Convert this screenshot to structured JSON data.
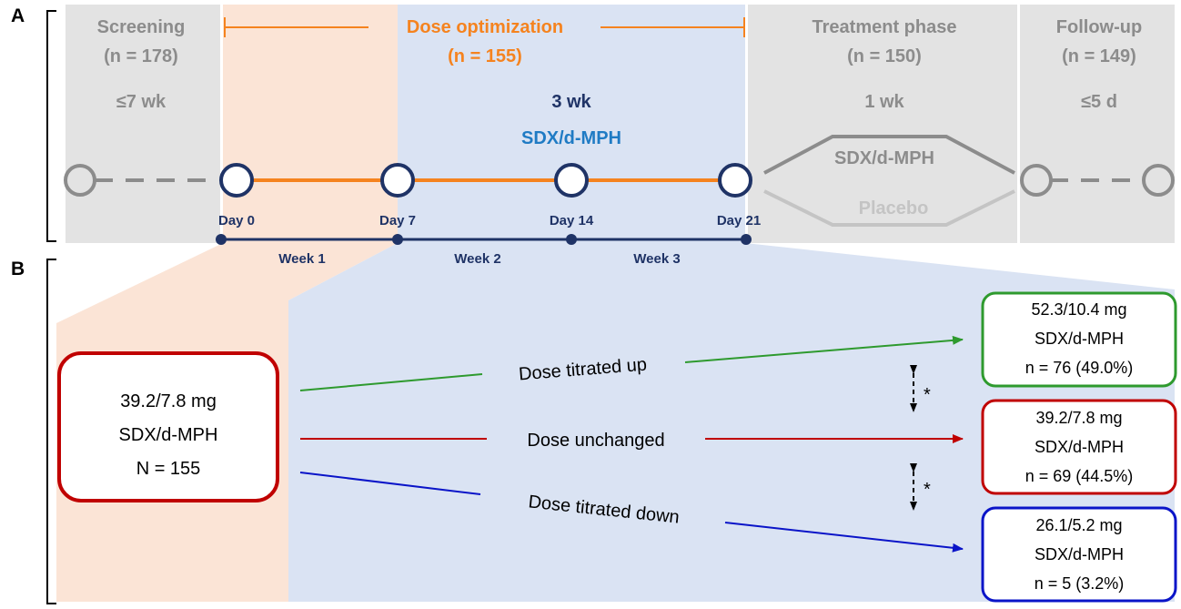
{
  "panel_labels": {
    "a": "A",
    "b": "B"
  },
  "phases": {
    "screening": {
      "title": "Screening",
      "n": "(n = 178)",
      "duration": "≤7 wk"
    },
    "dose_optimization": {
      "title": "Dose optimization",
      "n": "(n = 155)",
      "duration": "3 wk",
      "drug": "SDX/d-MPH"
    },
    "treatment": {
      "title": "Treatment phase",
      "n": "(n = 150)",
      "duration": "1 wk",
      "arm_active": "SDX/d-MPH",
      "arm_placebo": "Placebo"
    },
    "followup": {
      "title": "Follow-up",
      "n": "(n = 149)",
      "duration": "≤5 d"
    }
  },
  "timeline": {
    "days": [
      "Day 0",
      "Day 7",
      "Day 14",
      "Day 21"
    ],
    "weeks": [
      "Week 1",
      "Week 2",
      "Week 3"
    ]
  },
  "start_box": {
    "line1": "39.2/7.8 mg",
    "line2": "SDX/d-MPH",
    "line3": "N = 155"
  },
  "pathways": {
    "up": "Dose titrated up",
    "unchanged": "Dose unchanged",
    "down": "Dose titrated down"
  },
  "outcomes": {
    "up": {
      "line1": "52.3/10.4 mg",
      "line2": "SDX/d-MPH",
      "line3": "n = 76 (49.0%)"
    },
    "unchanged": {
      "line1": "39.2/7.8 mg",
      "line2": "SDX/d-MPH",
      "line3": "n = 69 (44.5%)"
    },
    "down": {
      "line1": "26.1/5.2 mg",
      "line2": "SDX/d-MPH",
      "line3": "n = 5 (3.2%)"
    }
  },
  "significance_marker": "*",
  "colors": {
    "gray_panel": "#e3e3e3",
    "gray_text": "#8c8c8c",
    "orange": "#f5831f",
    "peach_bg": "#fbe4d6",
    "blue_bg": "#dae3f3",
    "navy": "#1f3366",
    "sdx_blue": "#1f7bc4",
    "green": "#2e9a2e",
    "red": "#c00000",
    "blue": "#0a14c8"
  }
}
